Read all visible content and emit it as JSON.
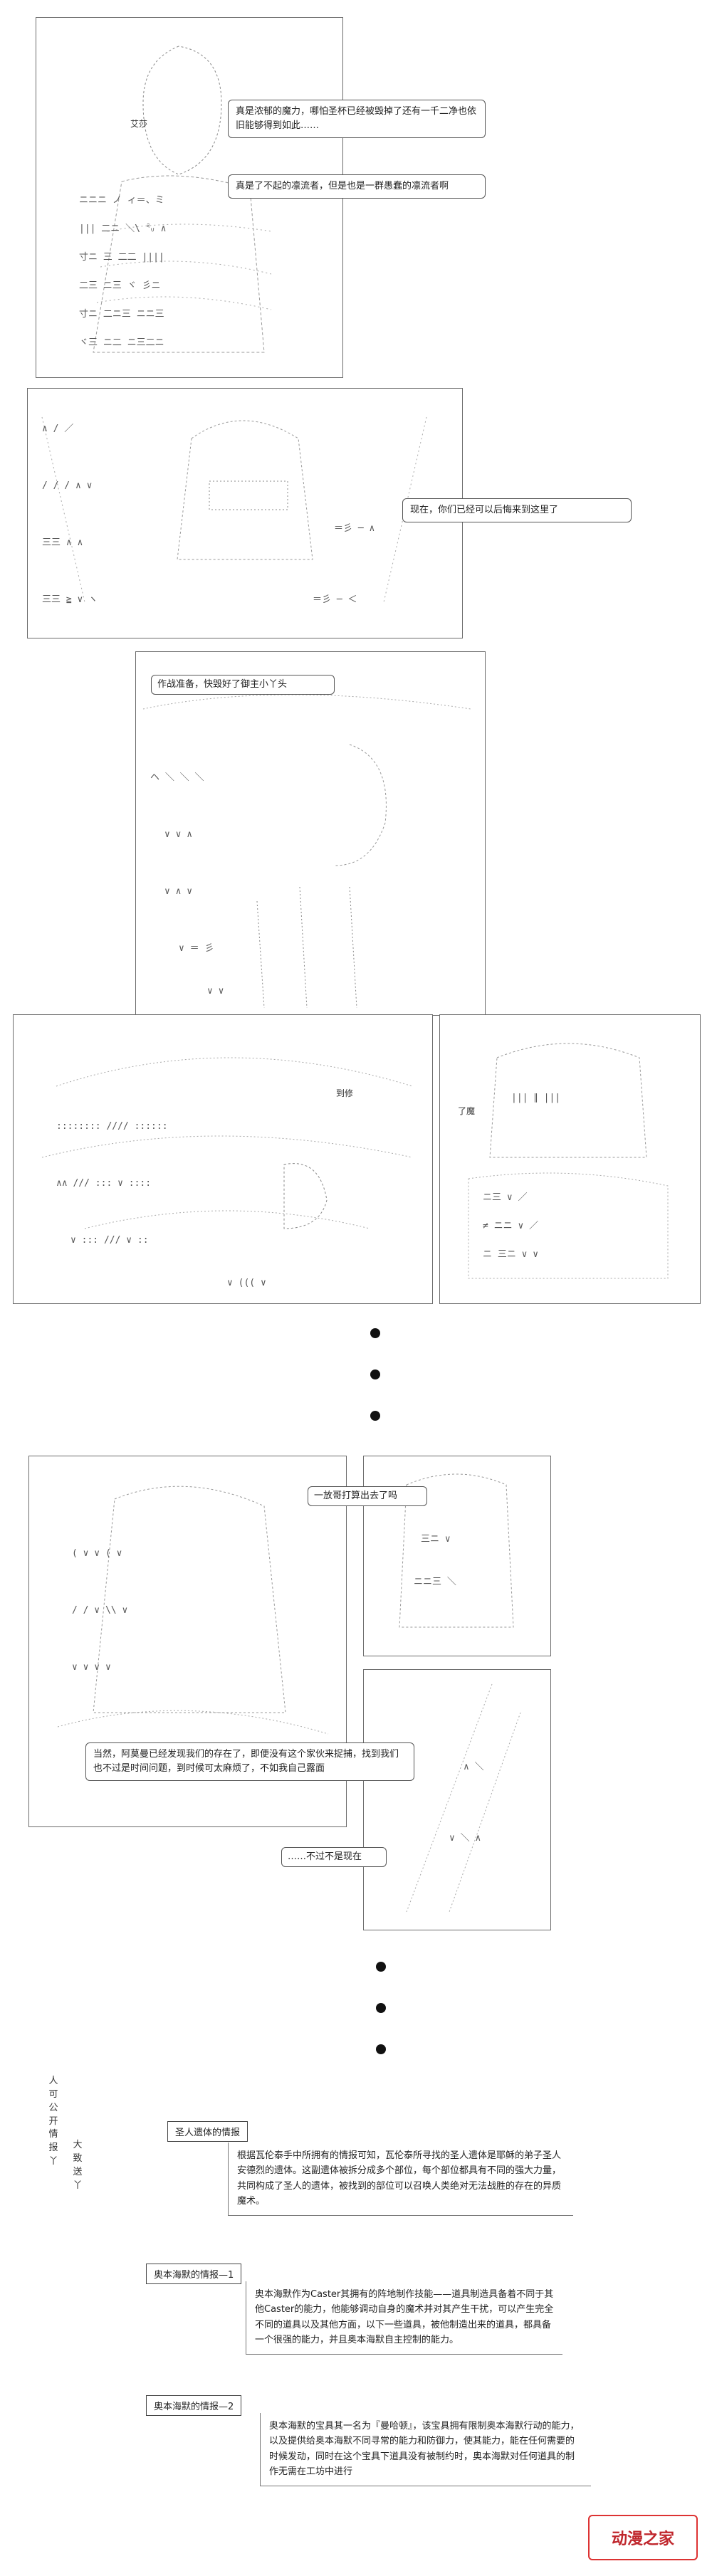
{
  "panel1": {
    "name_tag": "艾莎",
    "bubble1": "真是浓郁的魔力，哪怕圣杯已经被毁掉了还有一千二净也依旧能够得到如此……",
    "bubble2": "真是了不起的凛流者，但是也是一群愚蠢的凛流者啊"
  },
  "panel2": {
    "bubble1": "现在，你们已经可以后悔来到这里了"
  },
  "panel3": {
    "bubble1": "作战准备，快毁好了御主小丫头"
  },
  "panel4": {
    "bubble1": "到修"
  },
  "panel5": {
    "bubble1": "了魔"
  },
  "panel6": {
    "bubble1": "一放哥打算出去了吗"
  },
  "panel7": {
    "bubble1": "当然，阿莫曼已经发现我们的存在了，即便没有这个家伙来捉捕，找到我们也不过是时间问题，到时候可太麻烦了，不如我自己露面"
  },
  "panel8": {
    "bubble1": "……不过不是现在"
  },
  "side_title": "人可公开情报丫",
  "side_title_b": "大致送丫",
  "info1": {
    "heading": "圣人遗体的情报",
    "body": "根据瓦伦泰手中所拥有的情报可知，瓦伦泰所寻找的圣人遗体是耶稣的弟子圣人安德烈的遗体。这副遗体被拆分成多个部位，每个部位都具有不同的强大力量，共同构成了圣人的遗体，被找到的部位可以召唤人类绝对无法战胜的存在的异质魔术。"
  },
  "info2": {
    "heading": "奥本海默的情报—1",
    "body": "奥本海默作为Caster其拥有的阵地制作技能——道具制造具备着不同于其他Caster的能力，他能够调动自身的魔术并对其产生干扰，可以产生完全不同的道具以及其他方面，以下一些道具，被他制造出来的道具，都具备一个很强的能力，并且奥本海默自主控制的能力。"
  },
  "info3": {
    "heading": "奥本海默的情报—2",
    "body": "奥本海默的宝具其一名为『曼哈顿』，该宝具拥有限制奥本海默行动的能力，以及提供给奥本海默不同寻常的能力和防御力，使其能力，能在任何需要的时候发动，同时在这个宝具下道具没有被制约时，奥本海默对任何道具的制作无需在工坊中进行"
  },
  "watermark": "动漫之家"
}
